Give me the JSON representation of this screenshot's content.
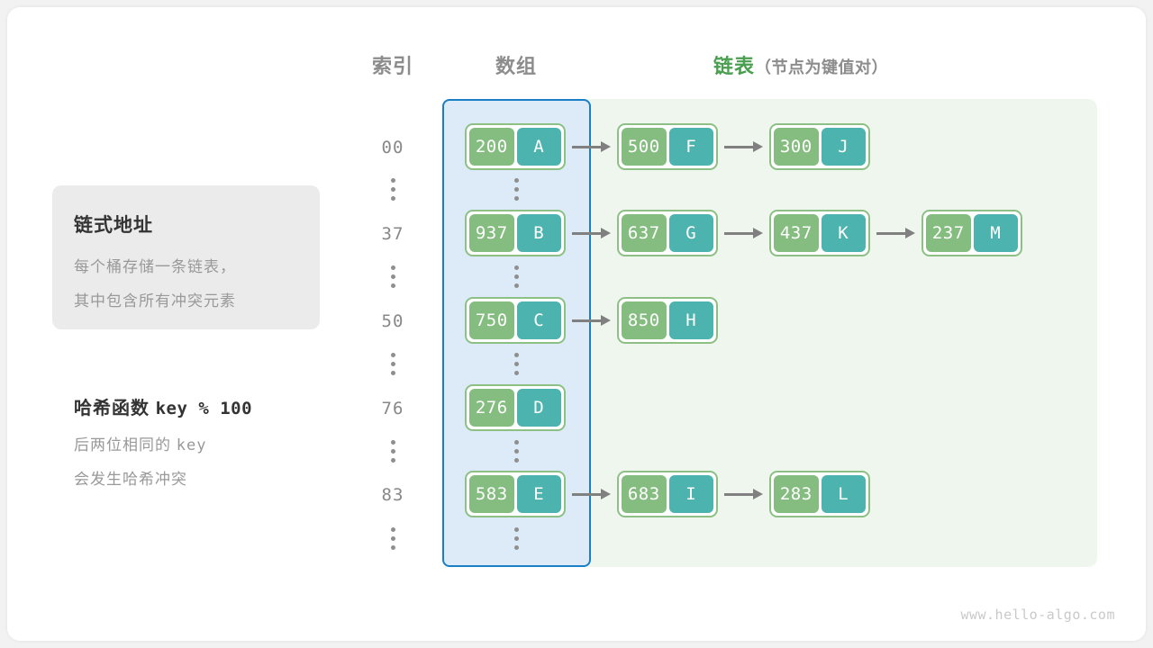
{
  "watermark": "www.hello-algo.com",
  "headers": {
    "index": "索引",
    "array": "数组",
    "list": "链表",
    "list_note": "（节点为键值对）"
  },
  "info_card": {
    "title": "链式地址",
    "line1": "每个桶存储一条链表，",
    "line2": "其中包含所有冲突元素"
  },
  "hash_info": {
    "title_label": "哈希函数",
    "title_code": "key % 100",
    "line1_text": "后两位相同的",
    "line1_code": "key",
    "line2": "会发生哈希冲突"
  },
  "rows": [
    {
      "index": "00",
      "nodes": [
        {
          "key": "200",
          "value": "A"
        },
        {
          "key": "500",
          "value": "F"
        },
        {
          "key": "300",
          "value": "J"
        }
      ]
    },
    {
      "index": "37",
      "nodes": [
        {
          "key": "937",
          "value": "B"
        },
        {
          "key": "637",
          "value": "G"
        },
        {
          "key": "437",
          "value": "K"
        },
        {
          "key": "237",
          "value": "M"
        }
      ]
    },
    {
      "index": "50",
      "nodes": [
        {
          "key": "750",
          "value": "C"
        },
        {
          "key": "850",
          "value": "H"
        }
      ]
    },
    {
      "index": "76",
      "nodes": [
        {
          "key": "276",
          "value": "D"
        }
      ]
    },
    {
      "index": "83",
      "nodes": [
        {
          "key": "583",
          "value": "E"
        },
        {
          "key": "683",
          "value": "I"
        },
        {
          "key": "283",
          "value": "L"
        }
      ]
    }
  ],
  "colors": {
    "key_fill": "#84bd7f",
    "value_fill": "#4cb3ae",
    "node_border": "#8cc084",
    "array_panel_bg": "#dcebf7",
    "array_panel_border": "#1a7fc4",
    "list_panel_bg": "#eef6ee",
    "arrow": "#808080",
    "list_header": "#4a9e4f"
  }
}
